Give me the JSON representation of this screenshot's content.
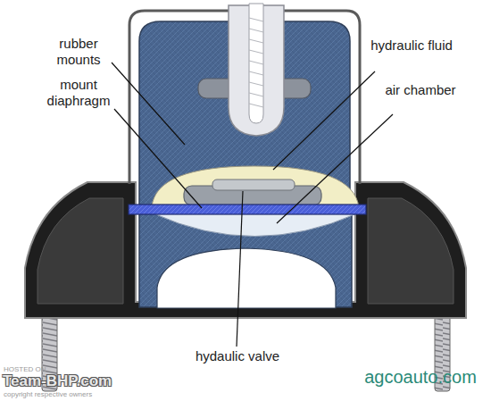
{
  "diagram": {
    "labels": [
      "rubber mounts",
      "hydraulic fluid",
      "mount diaphragm",
      "air chamber",
      "hydaulic valve",
      "HOSTED ON",
      "Team-BHP.com",
      "copyright respective owners",
      "agcoauto.com"
    ]
  }
}
